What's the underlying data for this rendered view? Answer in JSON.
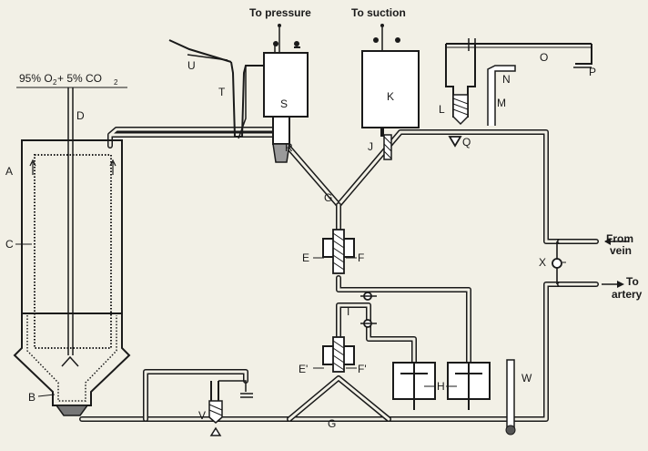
{
  "diagram": {
    "top_labels": {
      "pressure": "To pressure",
      "suction": "To suction"
    },
    "gas_mixture": {
      "part1": "95% O",
      "sub1": "2",
      "part2": " + 5% CO",
      "sub2": "2"
    },
    "side_labels": {
      "vein": [
        "From",
        "vein"
      ],
      "artery": [
        "To",
        "artery"
      ]
    },
    "letters": {
      "A": "A",
      "B": "B",
      "C": "C",
      "D": "D",
      "E": "E",
      "E2": "E'",
      "F": "F",
      "F2": "F'",
      "G1": "G",
      "G2": "G",
      "H": "H",
      "I": "I",
      "J": "J",
      "K": "K",
      "L": "L",
      "M": "M",
      "N": "N",
      "O": "O",
      "P": "P",
      "Q": "Q",
      "R": "R",
      "S": "S",
      "T": "T",
      "U": "U",
      "V": "V",
      "W": "W",
      "X": "X"
    }
  }
}
